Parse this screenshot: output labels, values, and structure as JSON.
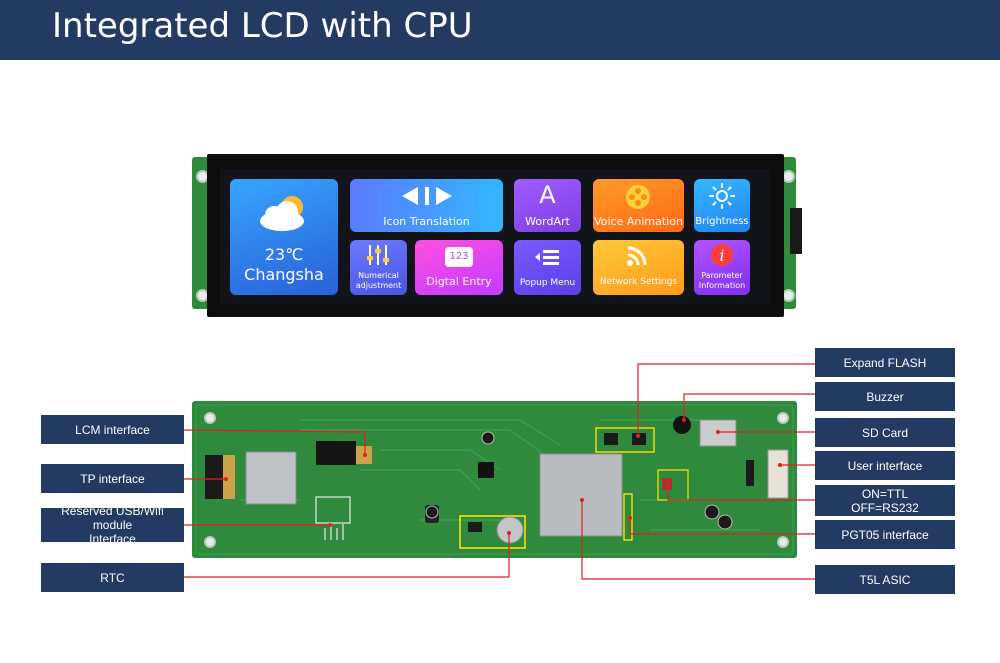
{
  "header": {
    "title": "Integrated LCD with CPU"
  },
  "screen_tiles": {
    "weather": {
      "temperature": "23℃",
      "city": "Changsha"
    },
    "icon_translation": "Icon Translation",
    "wordart": "WordArt",
    "voice_animation": "Voice Animation",
    "brightness": "Brightness",
    "numerical_line1": "Numerical",
    "numerical_line2": "adjustment",
    "digital_badge": "123",
    "digital_entry": "Digtal Entry",
    "popup_menu": "Popup Menu",
    "network_settings": "Network Settings",
    "parameter_line1": "Parometer",
    "parameter_line2": "Information"
  },
  "callouts_left": {
    "lcm": "LCM interface",
    "tp": "TP interface",
    "usb_line1": "Reserved USB/Wifi module",
    "usb_line2": "Interface",
    "rtc": "RTC"
  },
  "callouts_right": {
    "flash": "Expand FLASH",
    "buzzer": "Buzzer",
    "sd": "SD Card",
    "user": "User interface",
    "ttl_line1": "ON=TTL",
    "ttl_line2": "OFF=RS232",
    "pgt": "PGT05 interface",
    "asic": "T5L ASIC"
  },
  "colors": {
    "header_bg": "#233a63",
    "callout_bg": "#233a63",
    "leader_line": "#e02020",
    "pcb_green": "#2f8a3e"
  }
}
